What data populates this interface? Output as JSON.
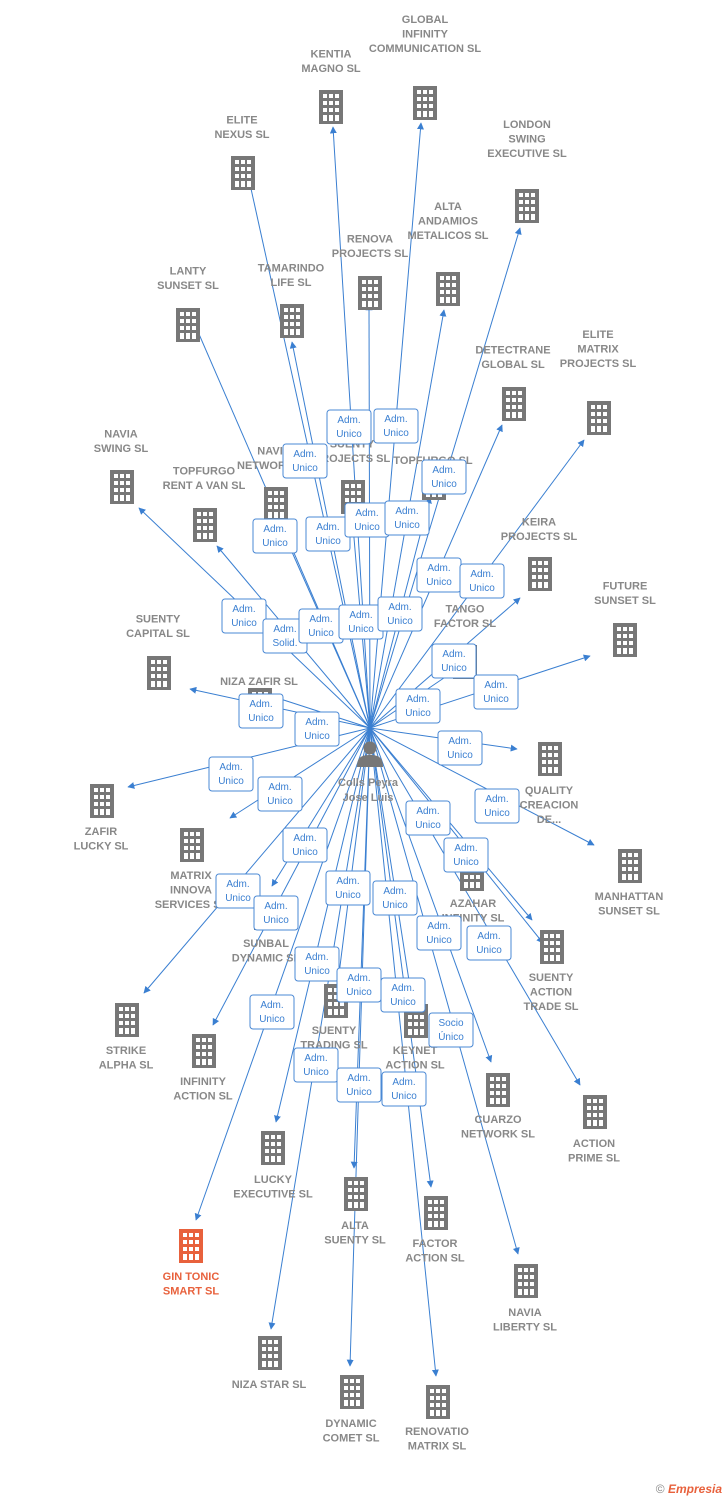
{
  "person": {
    "lines": [
      "Colls Peyra",
      "Jose Luis"
    ]
  },
  "companies": [
    {
      "lines": [
        "KENTIA",
        "MAGNO SL"
      ]
    },
    {
      "lines": [
        "GLOBAL",
        "INFINITY",
        "COMMUNICATION SL"
      ]
    },
    {
      "lines": [
        "ELITE",
        "NEXUS SL"
      ]
    },
    {
      "lines": [
        "LONDON",
        "SWING",
        "EXECUTIVE SL"
      ]
    },
    {
      "lines": [
        "RENOVA",
        "PROJECTS SL"
      ]
    },
    {
      "lines": [
        "ALTA",
        "ANDAMIOS",
        "METALICOS SL"
      ]
    },
    {
      "lines": [
        "TAMARINDO",
        "LIFE SL"
      ]
    },
    {
      "lines": [
        "LANTY",
        "SUNSET SL"
      ]
    },
    {
      "lines": [
        "DETECTRANE",
        "GLOBAL  SL"
      ]
    },
    {
      "lines": [
        "ELITE",
        "MATRIX",
        "PROJECTS SL"
      ]
    },
    {
      "lines": [
        "NAVIA",
        "SWING SL"
      ]
    },
    {
      "lines": [
        "NAVIA",
        "NETWORK SL"
      ]
    },
    {
      "lines": [
        "SUENTY",
        "PROJECTS SL"
      ]
    },
    {
      "lines": [
        "TOPFURGO SL"
      ]
    },
    {
      "lines": [
        "TOPFURGO",
        "RENT A VAN SL"
      ]
    },
    {
      "lines": [
        "KEIRA",
        "PROJECTS SL"
      ]
    },
    {
      "lines": [
        "FUTURE",
        "SUNSET SL"
      ]
    },
    {
      "lines": [
        "SUENTY",
        "CAPITAL SL"
      ]
    },
    {
      "lines": [
        "TANGO",
        "FACTOR SL"
      ]
    },
    {
      "lines": [
        "NIZA ZAFIR SL"
      ]
    },
    {
      "lines": [
        "QUALITY",
        "CREACION",
        "DE..."
      ]
    },
    {
      "lines": [
        "ZAFIR",
        "LUCKY SL"
      ]
    },
    {
      "lines": [
        "MATRIX",
        "INNOVA",
        "SERVICES SL"
      ]
    },
    {
      "lines": [
        "MANHATTAN",
        "SUNSET SL"
      ]
    },
    {
      "lines": [
        "AZAHAR",
        "INFINITY SL"
      ]
    },
    {
      "lines": [
        "SUNBAL",
        "DYNAMIC SL"
      ]
    },
    {
      "lines": [
        "SUENTY",
        "ACTION",
        "TRADE SL"
      ]
    },
    {
      "lines": [
        "STRIKE",
        "ALPHA SL"
      ]
    },
    {
      "lines": [
        "INFINITY",
        "ACTION SL"
      ]
    },
    {
      "lines": [
        "SUENTY",
        "TRADING SL"
      ]
    },
    {
      "lines": [
        "KEYNET",
        "ACTION SL"
      ]
    },
    {
      "lines": [
        "CUARZO",
        "NETWORK SL"
      ]
    },
    {
      "lines": [
        "ACTION",
        "PRIME SL"
      ]
    },
    {
      "lines": [
        "LUCKY",
        "EXECUTIVE SL"
      ]
    },
    {
      "lines": [
        "ALTA",
        "SUENTY SL"
      ]
    },
    {
      "lines": [
        "FACTOR",
        "ACTION SL"
      ]
    },
    {
      "lines": [
        "GIN TONIC",
        "SMART  SL"
      ],
      "highlight": true
    },
    {
      "lines": [
        "NAVIA",
        "LIBERTY SL"
      ]
    },
    {
      "lines": [
        "NIZA STAR SL"
      ]
    },
    {
      "lines": [
        "DYNAMIC",
        "COMET SL"
      ]
    },
    {
      "lines": [
        "RENOVATIO",
        "MATRIX SL"
      ]
    }
  ],
  "badges": [
    {
      "lines": [
        "Adm.",
        "Unico"
      ]
    },
    {
      "lines": [
        "Adm.",
        "Unico"
      ]
    },
    {
      "lines": [
        "Adm.",
        "Unico"
      ]
    },
    {
      "lines": [
        "Adm.",
        "Unico"
      ]
    },
    {
      "lines": [
        "Adm.",
        "Unico"
      ]
    },
    {
      "lines": [
        "Adm.",
        "Unico"
      ]
    },
    {
      "lines": [
        "Adm.",
        "Unico"
      ]
    },
    {
      "lines": [
        "Adm.",
        "Unico"
      ]
    },
    {
      "lines": [
        "Adm.",
        "Unico"
      ]
    },
    {
      "lines": [
        "Adm.",
        "Unico"
      ]
    },
    {
      "lines": [
        "Adm.",
        "Unico"
      ]
    },
    {
      "lines": [
        "Adm.",
        "Solid."
      ]
    },
    {
      "lines": [
        "Adm.",
        "Unico"
      ]
    },
    {
      "lines": [
        "Adm.",
        "Unico"
      ]
    },
    {
      "lines": [
        "Adm.",
        "Unico"
      ]
    },
    {
      "lines": [
        "Adm.",
        "Unico"
      ]
    },
    {
      "lines": [
        "Adm.",
        "Unico"
      ]
    },
    {
      "lines": [
        "Adm.",
        "Unico"
      ]
    },
    {
      "lines": [
        "Adm.",
        "Unico"
      ]
    },
    {
      "lines": [
        "Adm.",
        "Unico"
      ]
    },
    {
      "lines": [
        "Adm.",
        "Unico"
      ]
    },
    {
      "lines": [
        "Adm.",
        "Unico"
      ]
    },
    {
      "lines": [
        "Adm.",
        "Unico"
      ]
    },
    {
      "lines": [
        "Adm.",
        "Unico"
      ]
    },
    {
      "lines": [
        "Adm.",
        "Unico"
      ]
    },
    {
      "lines": [
        "Adm.",
        "Unico"
      ]
    },
    {
      "lines": [
        "Adm.",
        "Unico"
      ]
    },
    {
      "lines": [
        "Adm.",
        "Unico"
      ]
    },
    {
      "lines": [
        "Adm.",
        "Unico"
      ]
    },
    {
      "lines": [
        "Adm.",
        "Unico"
      ]
    },
    {
      "lines": [
        "Adm.",
        "Unico"
      ]
    },
    {
      "lines": [
        "Adm.",
        "Unico"
      ]
    },
    {
      "lines": [
        "Adm.",
        "Unico"
      ]
    },
    {
      "lines": [
        "Adm.",
        "Unico"
      ]
    },
    {
      "lines": [
        "Adm.",
        "Unico"
      ]
    },
    {
      "lines": [
        "Adm.",
        "Unico"
      ]
    },
    {
      "lines": [
        "Adm.",
        "Unico"
      ]
    },
    {
      "lines": [
        "Socio",
        "Único"
      ]
    },
    {
      "lines": [
        "Adm.",
        "Unico"
      ]
    },
    {
      "lines": [
        "Adm.",
        "Unico"
      ]
    },
    {
      "lines": [
        "Adm.",
        "Unico"
      ]
    }
  ],
  "colors": {
    "edge": "#3a7fd1",
    "building": "#777777",
    "highlight": "#e8613c",
    "label": "#888888"
  },
  "icons": {
    "company": "building-icon",
    "person": "person-icon"
  },
  "credit": {
    "symbol": "©",
    "brand": "Empresia"
  }
}
